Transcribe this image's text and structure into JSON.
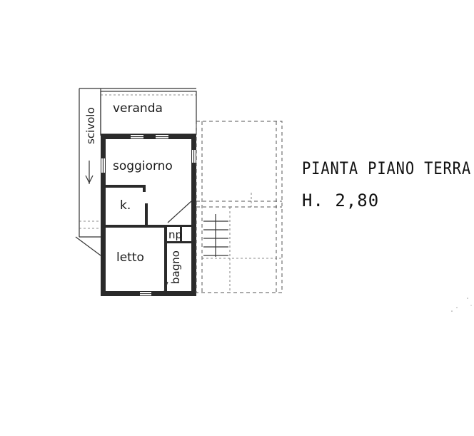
{
  "rooms": {
    "veranda": "veranda",
    "soggiorno": "soggiorno",
    "kitchen": "k.",
    "letto": "letto",
    "bagno": "bagno",
    "np": "np",
    "scivolo": "scivolo"
  },
  "title": {
    "line1": "PIANTA PIANO TERRA",
    "line2": "H. 2,80"
  },
  "colors": {
    "wall": "#2a2a2a",
    "line": "#333333",
    "background": "#ffffff"
  }
}
